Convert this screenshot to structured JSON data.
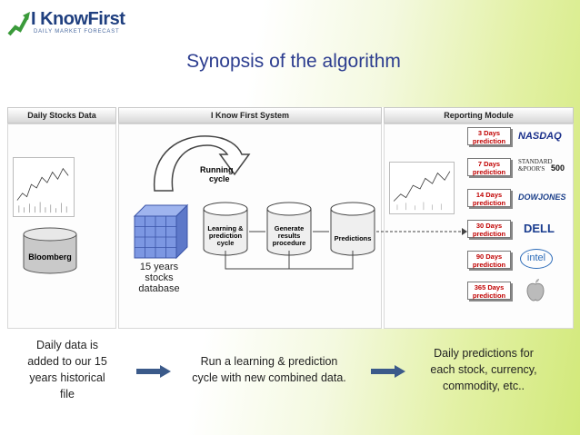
{
  "logo": {
    "name": "I KnowFirst",
    "tagline": "DAILY MARKET FORECAST"
  },
  "title": "Synopsis of the algorithm",
  "diagram": {
    "bands": [
      "Daily Stocks Data",
      "I Know First System",
      "Reporting Module"
    ],
    "source": "Bloomberg",
    "running_cycle": {
      "line1": "Running",
      "line2": "cycle"
    },
    "database": {
      "line1": "15 years",
      "line2": "stocks",
      "line3": "database"
    },
    "steps": [
      {
        "line1": "Learning &",
        "line2": "prediction",
        "line3": "cycle"
      },
      {
        "line1": "Generate",
        "line2": "results",
        "line3": "procedure"
      },
      {
        "line1": "Predictions"
      }
    ],
    "predictions": [
      {
        "line1": "3 Days",
        "line2": "prediction",
        "brand": "NASDAQ"
      },
      {
        "line1": "7 Days",
        "line2": "prediction",
        "brand_line1": "STANDARD",
        "brand_line2": "&POOR'S",
        "brand_suffix": "500"
      },
      {
        "line1": "14 Days",
        "line2": "prediction",
        "brand": "DOWJONES"
      },
      {
        "line1": "30 Days",
        "line2": "prediction",
        "brand": "DELL"
      },
      {
        "line1": "90 Days",
        "line2": "prediction",
        "brand": "intel"
      },
      {
        "line1": "365 Days",
        "line2": "prediction",
        "brand_icon": "apple-icon"
      }
    ]
  },
  "captions": [
    {
      "line1": "Daily data is",
      "line2": "added to our 15",
      "line3": "years historical",
      "line4": "file"
    },
    {
      "line1": "Run a learning & prediction",
      "line2": "cycle with new combined data."
    },
    {
      "line1": "Daily predictions for",
      "line2": "each stock, currency,",
      "line3": "commodity, etc.."
    }
  ],
  "colors": {
    "title": "#2c3d8f",
    "prediction_text": "#c00000",
    "arrow": "#3b5a8a",
    "cube": "#6f8fd6",
    "gradient_end": "#d2e97a"
  }
}
